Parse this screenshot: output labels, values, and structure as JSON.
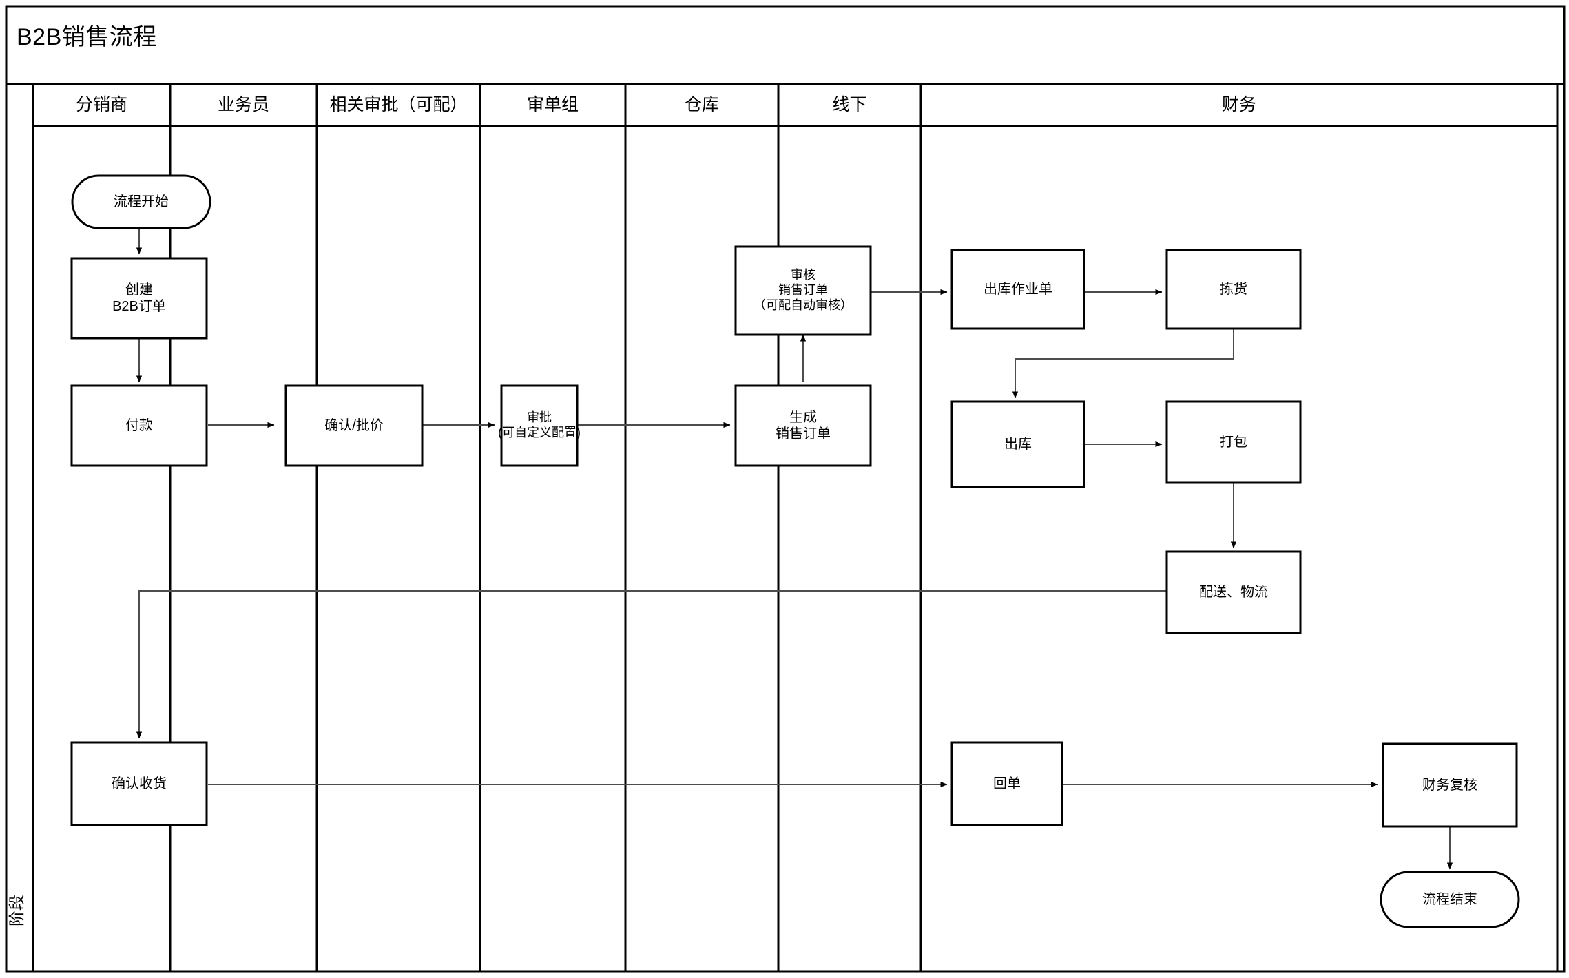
{
  "diagram": {
    "title": "B2B销售流程",
    "phase_label": "阶段",
    "lanes": [
      {
        "name": "distributor",
        "label": "分销商"
      },
      {
        "name": "salesperson",
        "label": "业务员"
      },
      {
        "name": "related-approval",
        "label": "相关审批（可配）"
      },
      {
        "name": "order-review-group",
        "label": "审单组"
      },
      {
        "name": "warehouse",
        "label": "仓库"
      },
      {
        "name": "offline",
        "label": "线下"
      },
      {
        "name": "finance",
        "label": "财务"
      }
    ],
    "nodes": [
      {
        "id": "start",
        "label": "流程开始",
        "shape": "terminator",
        "lane": "distributor"
      },
      {
        "id": "create-order",
        "label": "创建\nB2B订单",
        "shape": "process",
        "lane": "distributor"
      },
      {
        "id": "payment",
        "label": "付款",
        "shape": "process",
        "lane": "distributor"
      },
      {
        "id": "confirm-price",
        "label": "确认/批价",
        "shape": "process",
        "lane": "salesperson"
      },
      {
        "id": "approval",
        "label": "审批\n(可自定义配置)",
        "shape": "process",
        "lane": "related-approval"
      },
      {
        "id": "generate-so",
        "label": "生成\n销售订单",
        "shape": "process",
        "lane": "order-review-group"
      },
      {
        "id": "audit-so",
        "label": "审核\n销售订单\n（可配自动审核）",
        "shape": "process",
        "lane": "order-review-group"
      },
      {
        "id": "outbound-task",
        "label": "出库作业单",
        "shape": "process",
        "lane": "warehouse"
      },
      {
        "id": "outbound",
        "label": "出库",
        "shape": "process",
        "lane": "warehouse"
      },
      {
        "id": "picking",
        "label": "拣货",
        "shape": "process",
        "lane": "offline"
      },
      {
        "id": "packing",
        "label": "打包",
        "shape": "process",
        "lane": "offline"
      },
      {
        "id": "delivery",
        "label": "配送、物流",
        "shape": "process",
        "lane": "offline"
      },
      {
        "id": "confirm-receipt",
        "label": "确认收货",
        "shape": "process",
        "lane": "distributor"
      },
      {
        "id": "receipt-note",
        "label": "回单",
        "shape": "process",
        "lane": "warehouse"
      },
      {
        "id": "finance-review",
        "label": "财务复核",
        "shape": "process",
        "lane": "finance"
      },
      {
        "id": "end",
        "label": "流程结束",
        "shape": "terminator",
        "lane": "finance"
      }
    ],
    "edges": [
      {
        "from": "start",
        "to": "create-order"
      },
      {
        "from": "create-order",
        "to": "payment"
      },
      {
        "from": "payment",
        "to": "confirm-price"
      },
      {
        "from": "confirm-price",
        "to": "approval"
      },
      {
        "from": "approval",
        "to": "generate-so"
      },
      {
        "from": "generate-so",
        "to": "audit-so"
      },
      {
        "from": "audit-so",
        "to": "outbound-task"
      },
      {
        "from": "outbound-task",
        "to": "picking"
      },
      {
        "from": "picking",
        "to": "outbound"
      },
      {
        "from": "outbound",
        "to": "packing"
      },
      {
        "from": "packing",
        "to": "delivery"
      },
      {
        "from": "delivery",
        "to": "confirm-receipt"
      },
      {
        "from": "confirm-receipt",
        "to": "receipt-note"
      },
      {
        "from": "receipt-note",
        "to": "finance-review"
      },
      {
        "from": "finance-review",
        "to": "end"
      }
    ],
    "colors": {
      "stroke": "#000000",
      "connector": "#4d4d4d",
      "fill": "#ffffff",
      "background": "#ffffff"
    }
  }
}
